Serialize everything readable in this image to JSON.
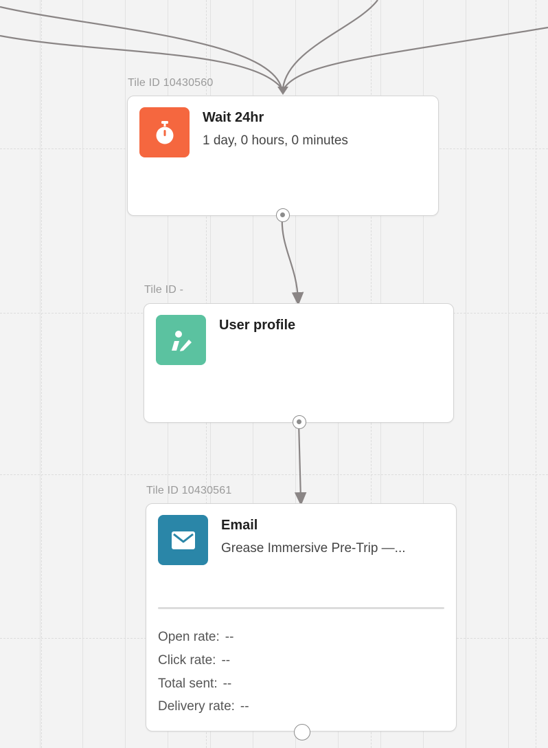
{
  "canvas": {
    "background": "#f3f3f3"
  },
  "tiles": [
    {
      "tile_id_label": "Tile ID 10430560",
      "title": "Wait 24hr",
      "subtitle": "1 day, 0 hours, 0 minutes",
      "icon": "stopwatch-icon",
      "icon_color": "#f5673f"
    },
    {
      "tile_id_label": "Tile ID -",
      "title": "User profile",
      "subtitle": "",
      "icon": "user-edit-icon",
      "icon_color": "#5bc2a0"
    },
    {
      "tile_id_label": "Tile ID 10430561",
      "title": "Email",
      "subtitle": "Grease Immersive Pre-Trip —...",
      "icon": "envelope-icon",
      "icon_color": "#2a86a8",
      "stats": [
        {
          "label": "Open rate:",
          "value": "--"
        },
        {
          "label": "Click rate:",
          "value": "--"
        },
        {
          "label": "Total sent:",
          "value": "--"
        },
        {
          "label": "Delivery rate:",
          "value": "--"
        }
      ]
    }
  ]
}
